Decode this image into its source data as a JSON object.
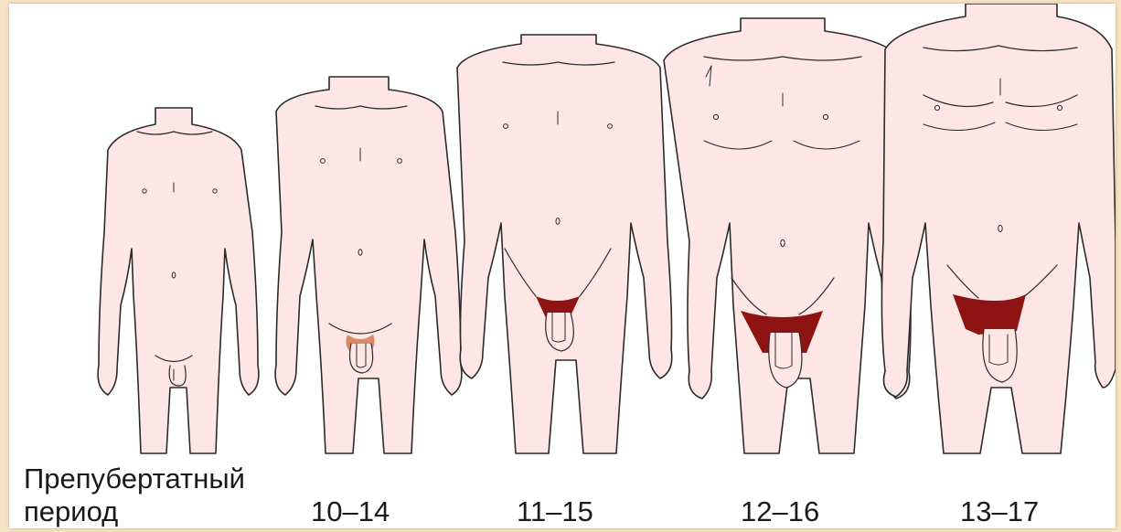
{
  "stages": [
    {
      "label_line1": "Препубертатный",
      "label_line2": "период"
    },
    {
      "label": "10–14"
    },
    {
      "label": "11–15"
    },
    {
      "label": "12–16"
    },
    {
      "label": "13–17"
    }
  ],
  "colors": {
    "skin": "#fde6e4",
    "outline": "#2b2b2b",
    "hair": "#8e1414",
    "hair_light": "#d8896a",
    "frame_bg": "#f6e3c4"
  }
}
